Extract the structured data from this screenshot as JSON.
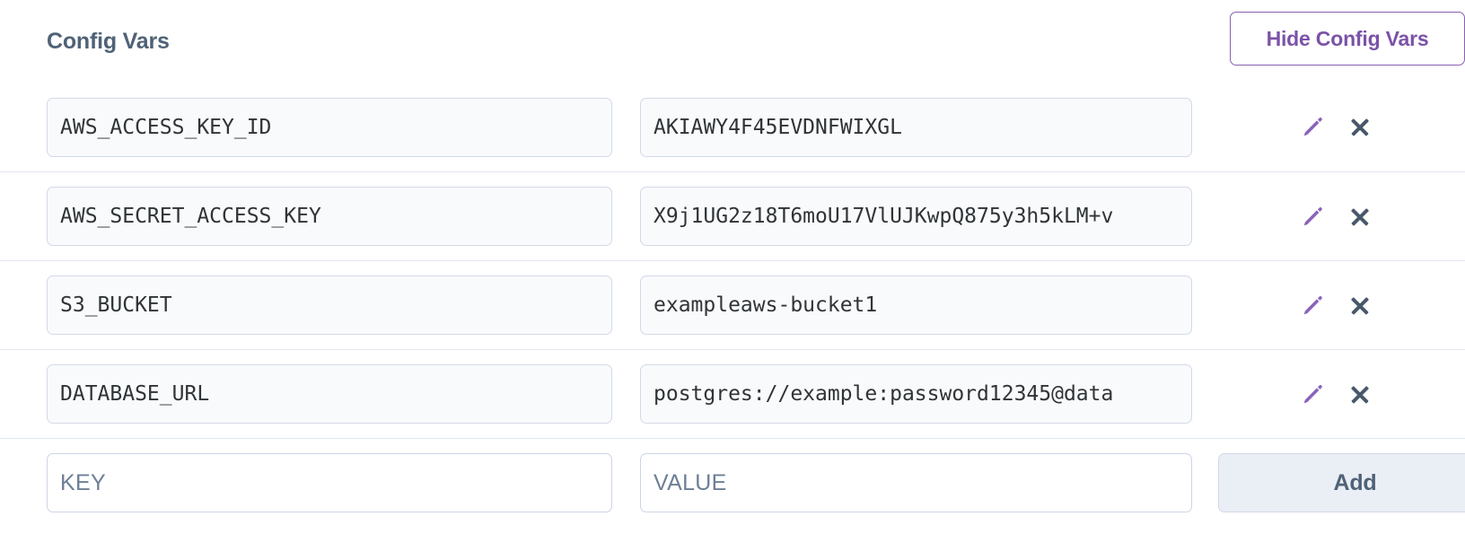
{
  "panel": {
    "title": "Config Vars",
    "toggle_button_label": "Hide Config Vars"
  },
  "colors": {
    "accent_purple": "#7b52a8",
    "heading_slate": "#4f6277",
    "field_border": "#d3d9e7",
    "field_background": "#f9fafc",
    "divider": "#e2e6f0",
    "close_icon": "#48586b",
    "add_button_background": "#eaeef5"
  },
  "vars": [
    {
      "key": "AWS_ACCESS_KEY_ID",
      "value": "AKIAWY4F45EVDNFWIXGL",
      "edit_label": "pencil-icon",
      "delete_label": "close-icon"
    },
    {
      "key": "AWS_SECRET_ACCESS_KEY",
      "value": "X9j1UG2z18T6moU17VlUJKwpQ875y3h5kLM+v",
      "edit_label": "pencil-icon",
      "delete_label": "close-icon"
    },
    {
      "key": "S3_BUCKET",
      "value": "exampleaws-bucket1",
      "edit_label": "pencil-icon",
      "delete_label": "close-icon"
    },
    {
      "key": "DATABASE_URL",
      "value": "postgres://example:password12345@data",
      "edit_label": "pencil-icon",
      "delete_label": "close-icon"
    }
  ],
  "new_var": {
    "key_value": "",
    "key_placeholder": "KEY",
    "value_value": "",
    "value_placeholder": "VALUE",
    "add_button_label": "Add"
  }
}
